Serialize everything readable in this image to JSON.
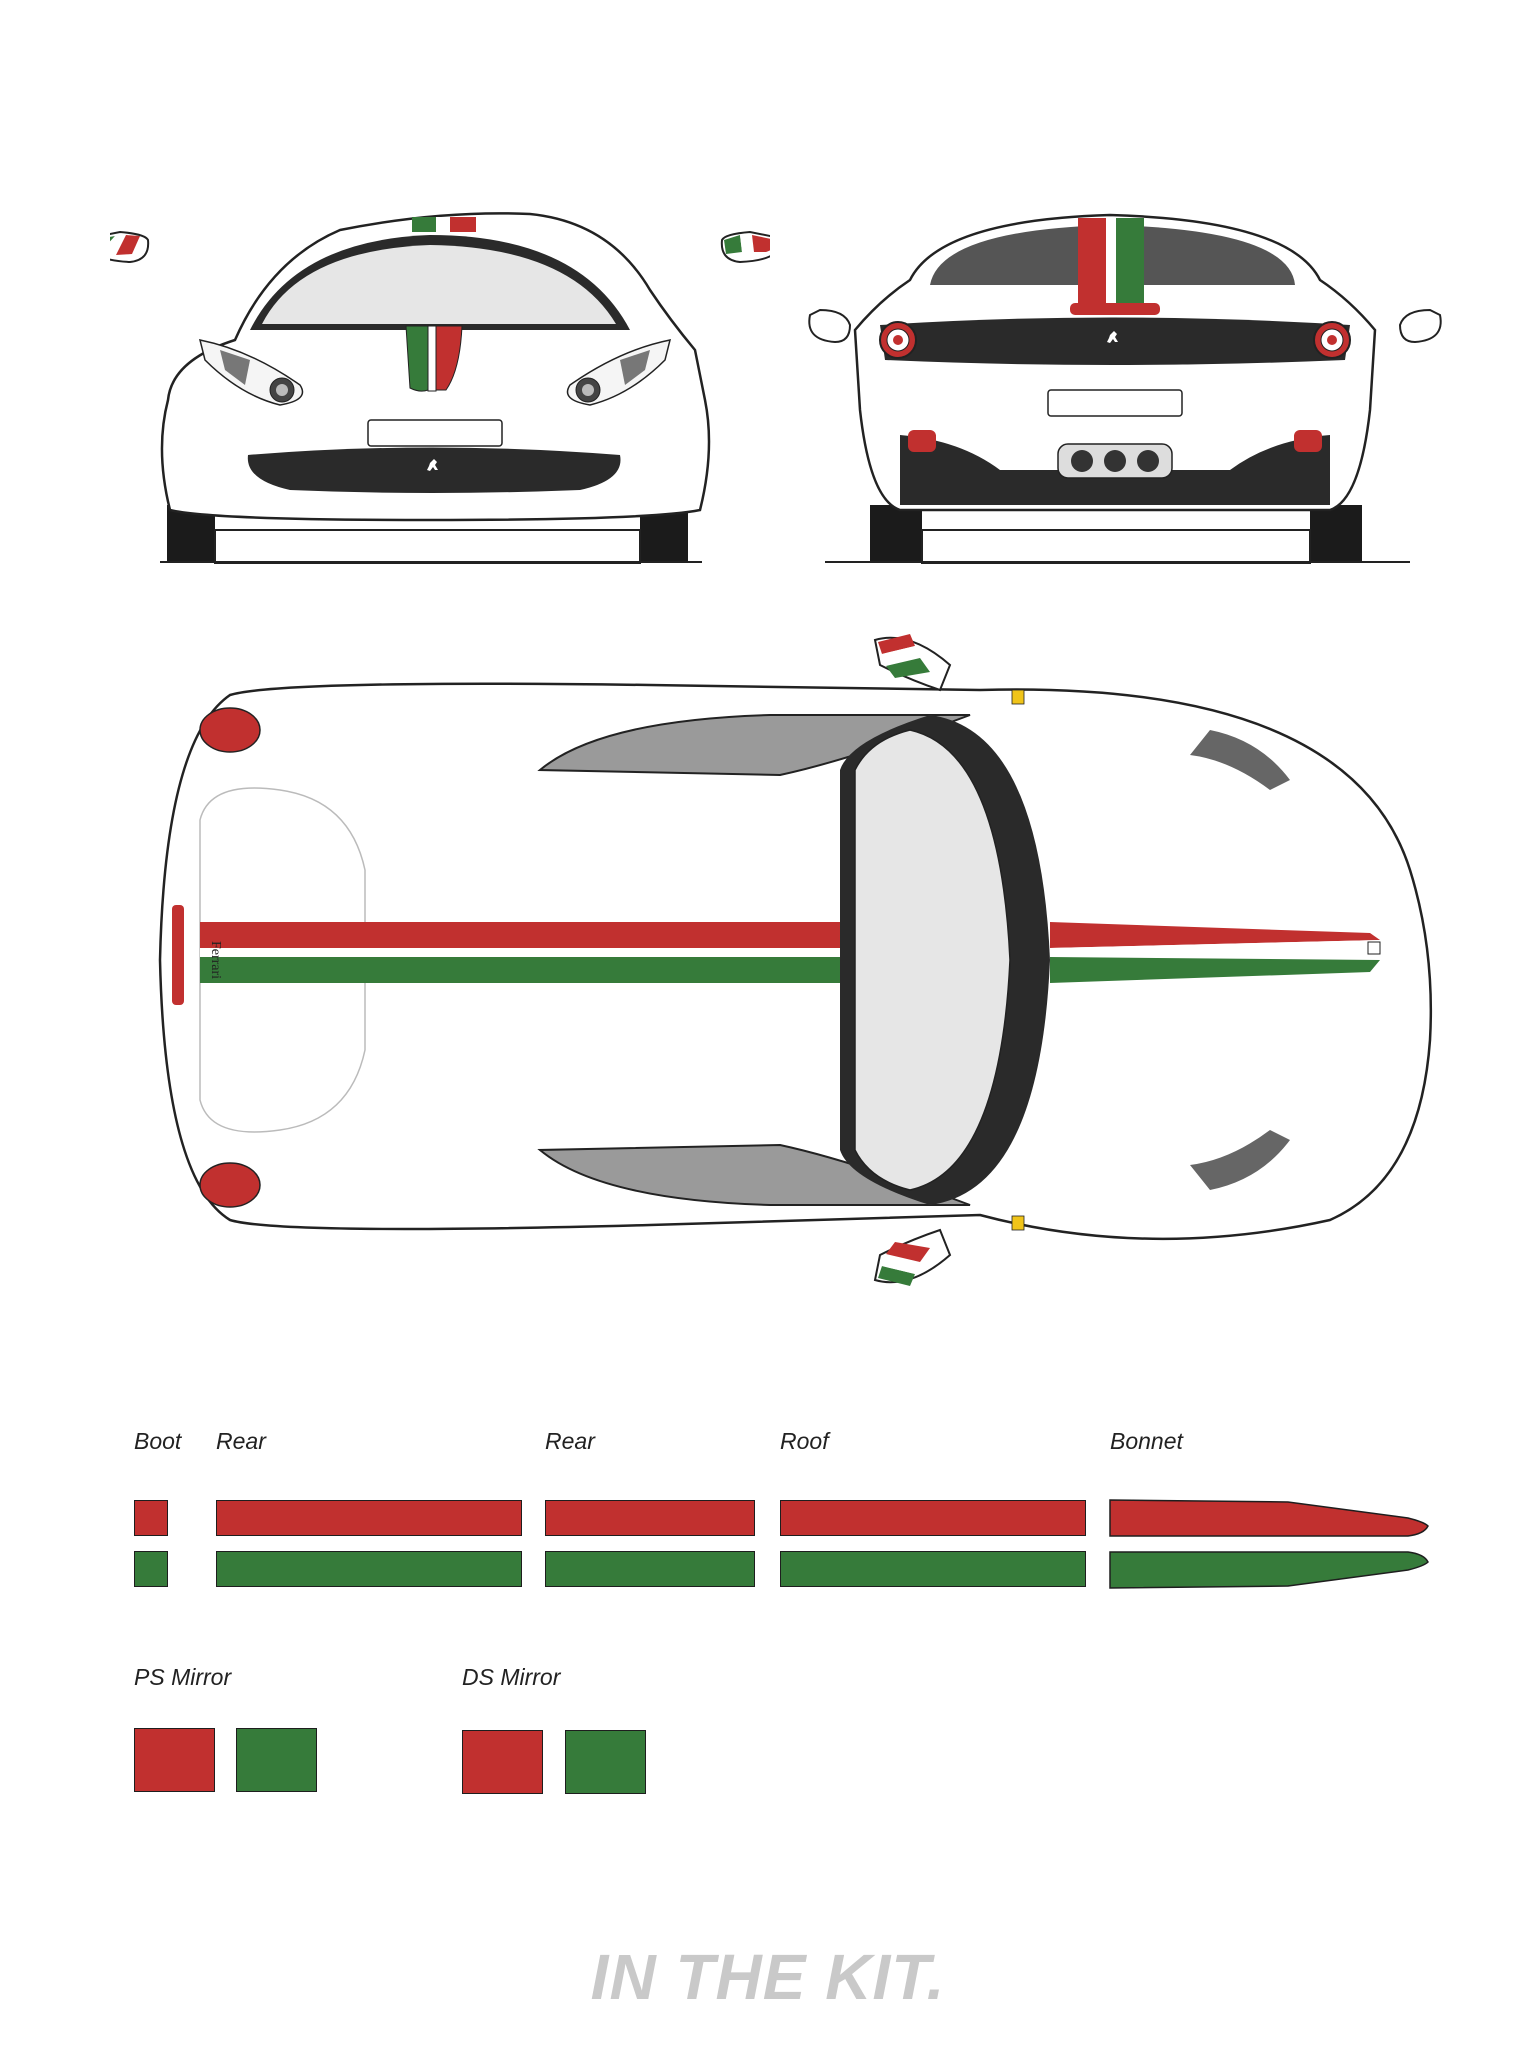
{
  "kit_labels": {
    "boot": "Boot",
    "rear_1": "Rear",
    "rear_2": "Rear",
    "roof": "Roof",
    "bonnet": "Bonnet",
    "ps_mirror": "PS Mirror",
    "ds_mirror": "DS Mirror"
  },
  "badges": {
    "boot_script": "Ferrari"
  },
  "tagline": "IN THE KIT.",
  "colors": {
    "stripe_red": "#c1302f",
    "stripe_green": "#367b3a",
    "stripe_white": "#ffffff",
    "body_white": "#ffffff",
    "glass_light": "#e6e6e6",
    "glass_grey": "#9a9a9a",
    "trim_black": "#2a2a2a",
    "tagline_grey": "#c9c9c9"
  },
  "icons": [
    "prancing-horse-icon",
    "ferrari-shield-icon"
  ]
}
